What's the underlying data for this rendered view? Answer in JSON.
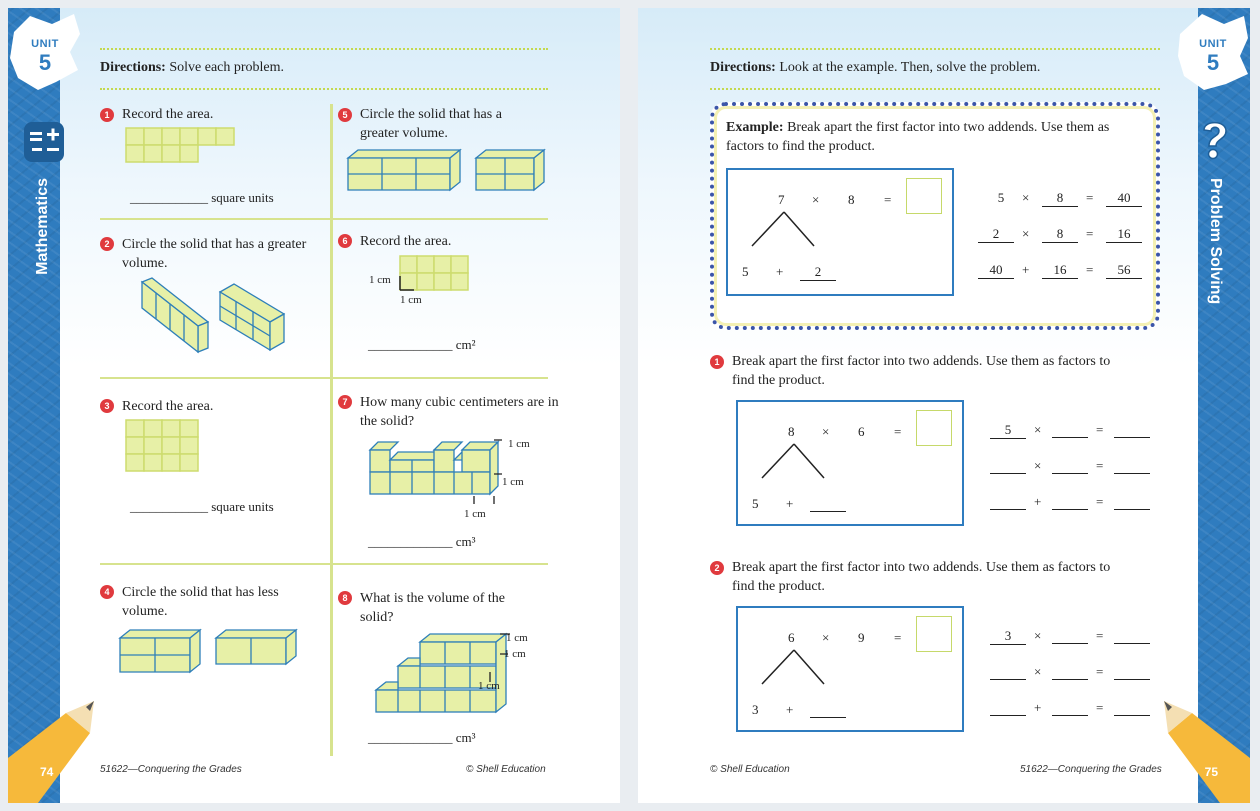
{
  "left_page": {
    "unit_label": "UNIT",
    "unit_number": "5",
    "subject": "Mathematics",
    "directions_label": "Directions:",
    "directions": "Solve each problem.",
    "problems": [
      {
        "n": "1",
        "text": "Record the area.",
        "answer_unit": "square units"
      },
      {
        "n": "2",
        "text": "Circle the solid that has a greater volume."
      },
      {
        "n": "3",
        "text": "Record the area.",
        "answer_unit": "square units"
      },
      {
        "n": "4",
        "text": "Circle the solid that has less volume."
      },
      {
        "n": "5",
        "text": "Circle the solid that has a greater volume."
      },
      {
        "n": "6",
        "text": "Record the area.",
        "answer_unit": "cm²",
        "dims": [
          "1 cm",
          "1 cm"
        ]
      },
      {
        "n": "7",
        "text": "How many cubic centimeters are in the solid?",
        "answer_unit": "cm³",
        "dims": [
          "1 cm",
          "1 cm",
          "1 cm"
        ]
      },
      {
        "n": "8",
        "text": "What is the volume of the solid?",
        "answer_unit": "cm³",
        "dims": [
          "1 cm",
          "1 cm",
          "1 cm"
        ]
      }
    ],
    "page_number": "74",
    "footer_left": "51622—Conquering the Grades",
    "footer_right": "© Shell Education"
  },
  "right_page": {
    "unit_label": "UNIT",
    "unit_number": "5",
    "subject": "Problem Solving",
    "directions_label": "Directions:",
    "directions": "Look at the example.  Then, solve the problem.",
    "example": {
      "label": "Example:",
      "text": "Break apart the first factor into two addends.  Use them as factors to find the product.",
      "a": "7",
      "b": "8",
      "left": "5",
      "right": "2",
      "rows": [
        [
          "5",
          "8",
          "40"
        ],
        [
          "2",
          "8",
          "16"
        ],
        [
          "40",
          "16",
          "56"
        ]
      ]
    },
    "problems": [
      {
        "n": "1",
        "text": "Break apart the first factor into two addends.  Use them as factors to find the product.",
        "a": "8",
        "b": "6",
        "left": "5",
        "given": "5"
      },
      {
        "n": "2",
        "text": "Break apart the first factor into two addends.  Use them as factors to find the product.",
        "a": "6",
        "b": "9",
        "left": "3",
        "given": "3"
      }
    ],
    "ops": {
      "times": "×",
      "plus": "+",
      "eq": "="
    },
    "page_number": "75",
    "footer_left": "© Shell Education",
    "footer_right": "51622—Conquering the Grades"
  }
}
